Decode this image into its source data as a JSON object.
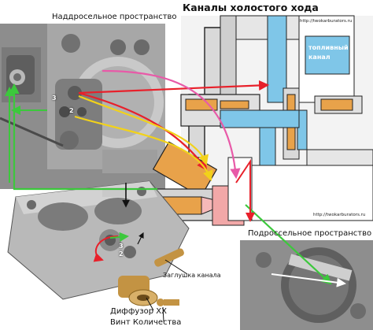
{
  "labels": {
    "main_title": "Каналы холостого хода",
    "top_left": "Наддросельное пространство",
    "bottom_right": "Подроссельное пространство",
    "fuel_channel_line1": "топливный",
    "fuel_channel_line2": "канал",
    "channel_plug": "Заглушка канала",
    "diffuser": "Диффузор ХХ",
    "quantity_screw": "Винт Количества",
    "watermark_top": "http://twokarburators.ru",
    "watermark_right": "http://twokarburators.ru",
    "num_3_top": "3",
    "num_2_top": "2",
    "num_3_mid": "3",
    "num_2_mid": "2"
  },
  "colors": {
    "arrow_red": "#e8202a",
    "arrow_green": "#3cc83c",
    "arrow_yellow": "#f2d21a",
    "arrow_pink": "#e85aa8",
    "arrow_white": "#ffffff",
    "channel_blue": "#7fc6e8",
    "body_gray": "#9a9a9a",
    "jet_orange": "#e8a24a"
  }
}
